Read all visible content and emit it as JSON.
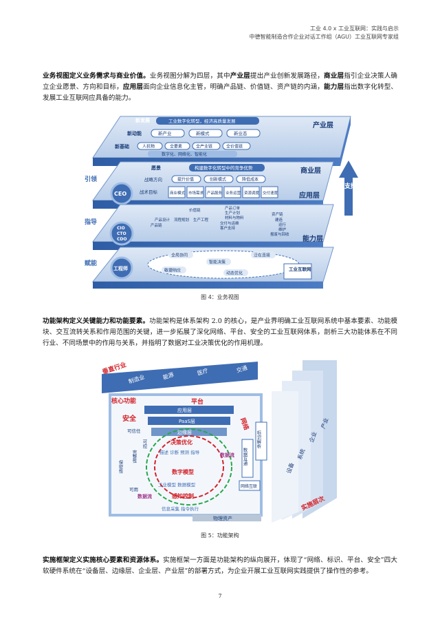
{
  "header": {
    "line1": "工业 4.0 x 工业互联网：实践与启示",
    "line2": "中德智能制造合作企业对话工作组（AGU）工业互联网专家组"
  },
  "para1": {
    "lead": "业务视图定义业务需求与商业价值。",
    "t1": "业务视图分解为四层，其中",
    "k1": "产业层",
    "t2": "提出产业创新发展路径，",
    "k2": "商业层",
    "t3": "指引企业决策人确立企业愿景、方向和目标，",
    "k3": "应用层",
    "t4": "面向企业信息化主管，明确产品链、价值链、资产链的内涵，",
    "k4": "能力层",
    "t5": "指出数字化转型、发展工业互联网应具备的能力。"
  },
  "fig4": {
    "caption": "图 4：业务视图",
    "layer_industry": "产业层",
    "layer_business": "商业层",
    "layer_application": "应用层",
    "layer_capability": "能力层",
    "support": "支撑",
    "lead_word": "引领",
    "guide_word": "指导",
    "empower_word": "赋能",
    "ceo": "CEO",
    "cio": "CIO",
    "cto": "CTO",
    "cdo": "CDO",
    "engineer": "工程师",
    "new_dev": "新发展",
    "new_dev_text": "工业数字化转型，经济高质量发展",
    "new_momentum": "新动能",
    "nm1": "新产业",
    "nm2": "新模式",
    "nm3": "新业态",
    "new_base": "新基础",
    "nb1": "人机物",
    "nb2": "全要素",
    "nb3": "全产业链",
    "nb4": "全价值链",
    "nb5": "数字化、网络化、智能化",
    "vision": "愿景",
    "vision_text": "构建数字化转型中的竞争优势",
    "direction": "战略方向",
    "d1": "提升价值",
    "d2": "创新模式",
    "d3": "降低成本",
    "tactic": "战术目标",
    "t_1": "商业模式",
    "t_2": "市场需求",
    "t_3": "产品服务",
    "t_4": "业务运营",
    "t_5": "资源调度",
    "t_6": "交付速度",
    "a1": "价值链",
    "a2": "产品订单",
    "a3": "生产计划",
    "a4": "材料与物料",
    "a5": "产品设计",
    "a6": "流程规划",
    "a7": "生产工程",
    "a8": "交付与运维",
    "a9": "客户支持",
    "a10": "资产链",
    "a11": "产品链",
    "a12": "建造",
    "a13": "运行",
    "a14": "维护",
    "a15": "报废与回收",
    "c1": "全局协同",
    "c2": "智能决策",
    "c3": "泛在连接",
    "c4": "敏捷响应",
    "c5": "动态优化",
    "c6": "工业互联网"
  },
  "para2": {
    "lead": "功能架构定义关键能力和功能要素。",
    "text": "功能架构是体系架构 2.0 的核心，是产业界明确工业互联网系统中基本要素、功能模块、交互流转关系和作用范围的关键，进一步拓展了深化网络、平台、安全的工业互联网体系，剖析三大功能体系在不同行业、不同场景中的作用与关系，并指明了数据对工业决策优化的作用机理。"
  },
  "fig5": {
    "caption": "图 5：功能架构",
    "vertical": "垂直行业",
    "ind1": "制造业",
    "ind2": "能源",
    "ind3": "医疗",
    "ind4": "交通",
    "core": "核心功能",
    "platform": "平台",
    "app_layer": "应用层",
    "paas": "PaaS层",
    "edge": "边缘层",
    "network": "网络",
    "id_parse": "标识解析",
    "data_inter": "数据互通",
    "net_inter": "网络互联",
    "security": "安全",
    "trust": "可信任",
    "controllable": "可控",
    "integrity": "完整性",
    "confidential": "保密性",
    "available": "可用",
    "decision": "决策优化",
    "analysis": "描述 诊断 预测 指导",
    "digital_model": "数字模型",
    "mech_model": "工业模型 数据模型",
    "perception": "感知控制",
    "collect": "信息采集 指令执行",
    "data_flow_up": "数据流",
    "data_flow_down": "数据流",
    "physical": "物理资产",
    "impl": "实施层次",
    "lv1": "设备",
    "lv2": "系统",
    "lv3": "企业",
    "lv4": "产业"
  },
  "para3": {
    "lead": "实施框架定义实施核心要素和资源体系。",
    "text": "实施框架一方面是功能架构的纵向展开，体现了“网络、标识、平台、安全”四大软硬件系统在“设备层、边缘层、企业层、产业层”的部署方式，为企业开展工业互联网实践提供了操作性的参考。"
  },
  "page_number": "7",
  "colors": {
    "layer_blue": "#3f6db3",
    "light_blue": "#cfe0f3",
    "red": "#d2232a",
    "green": "#2aa64b",
    "purple": "#a23a8c"
  }
}
